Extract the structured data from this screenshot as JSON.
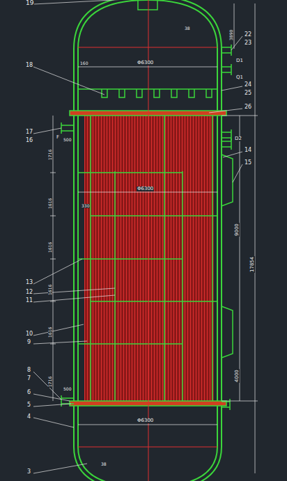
{
  "diagram": {
    "labels": [
      "19",
      "Φ6300",
      "22",
      "23",
      "24",
      "25",
      "26",
      "18",
      "17",
      "16",
      "14",
      "15",
      "Φ6300",
      "13",
      "12",
      "11",
      "10",
      "9",
      "8",
      "7",
      "6",
      "5",
      "4",
      "3",
      "Φ6300",
      "17854",
      "9000",
      "4000",
      "3890",
      "D1",
      "Q1",
      "D2",
      "F",
      "1716",
      "1616",
      "1616",
      "1616",
      "1616",
      "1716",
      "500",
      "500",
      "330",
      "160",
      "38",
      "38"
    ]
  }
}
